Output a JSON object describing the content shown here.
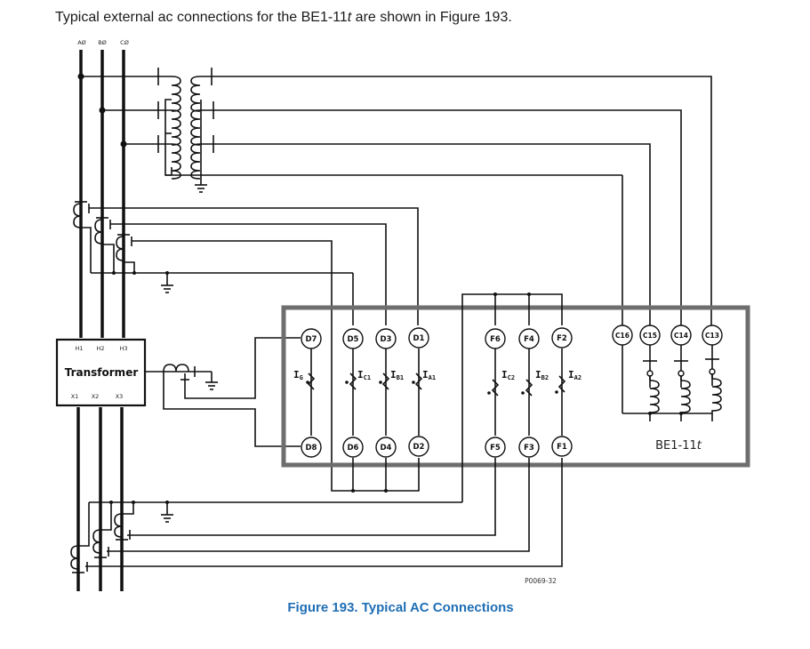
{
  "intro": {
    "before": "Typical external ac connections for the BE1-11",
    "italic": "t",
    "after": " are shown in Figure 193."
  },
  "diagram": {
    "phases": [
      "AØ",
      "BØ",
      "CØ"
    ],
    "transformer": {
      "title": "Transformer",
      "high_terminals": [
        "H1",
        "H2",
        "H3"
      ],
      "low_terminals": [
        "X1",
        "X2",
        "X3"
      ]
    },
    "relay": {
      "name_main": "BE1-11",
      "name_italic": "t",
      "current_inputs_1": [
        {
          "label": "I",
          "sub": "G",
          "top": "D7",
          "bottom": "D8"
        },
        {
          "label": "I",
          "sub": "C1",
          "top": "D5",
          "bottom": "D6"
        },
        {
          "label": "I",
          "sub": "B1",
          "top": "D3",
          "bottom": "D4"
        },
        {
          "label": "I",
          "sub": "A1",
          "top": "D1",
          "bottom": "D2"
        }
      ],
      "current_inputs_2": [
        {
          "label": "I",
          "sub": "C2",
          "top": "F6",
          "bottom": "F5"
        },
        {
          "label": "I",
          "sub": "B2",
          "top": "F4",
          "bottom": "F3"
        },
        {
          "label": "I",
          "sub": "A2",
          "top": "F2",
          "bottom": "F1"
        }
      ],
      "voltage_terminals": [
        "C16",
        "C15",
        "C14",
        "C13"
      ]
    },
    "drawing_number": "P0069-32"
  },
  "caption": "Figure 193. Typical AC Connections"
}
